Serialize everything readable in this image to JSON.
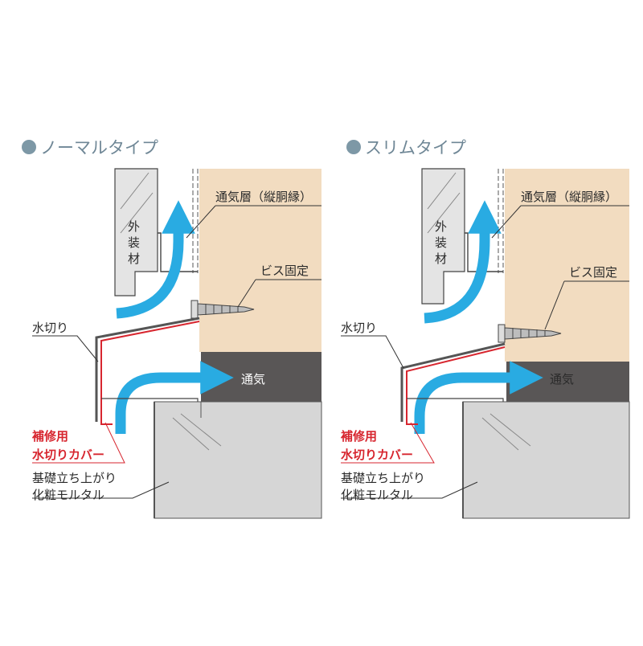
{
  "panels": [
    {
      "id": "normal",
      "title": "ノーマルタイプ",
      "cladding_label": [
        "外",
        "装",
        "材"
      ],
      "labels": {
        "air_layer": "通気層（縦胴縁）",
        "screw": "ビス固定",
        "flashing": "水切り",
        "airflow": "通気",
        "repair_cover": [
          "補修用",
          "水切りカバー"
        ],
        "foundation": [
          "基礎立ち上がり",
          "化粧モルタル"
        ]
      }
    },
    {
      "id": "slim",
      "title": "スリムタイプ",
      "cladding_label": [
        "外",
        "装",
        "材"
      ],
      "labels": {
        "air_layer": "通気層（縦胴縁）",
        "screw": "ビス固定",
        "flashing": "水切り",
        "airflow": "通気",
        "repair_cover": [
          "補修用",
          "水切りカバー"
        ],
        "foundation": [
          "基礎立ち上がり",
          "化粧モルタル"
        ]
      }
    }
  ],
  "colors": {
    "wood": "#f2dcc0",
    "sill": "#595656",
    "foundation": "#d6d6d6",
    "cladding": "#cfcfcf",
    "arrow": "#29abe2",
    "repair_cover": "#d7262f",
    "title_dot": "#7d98a6",
    "line": "#444444"
  },
  "icons": {
    "title_bullet": "circle-bullet-icon",
    "air_arrow": "airflow-arrow-icon",
    "screw": "screw-icon"
  }
}
